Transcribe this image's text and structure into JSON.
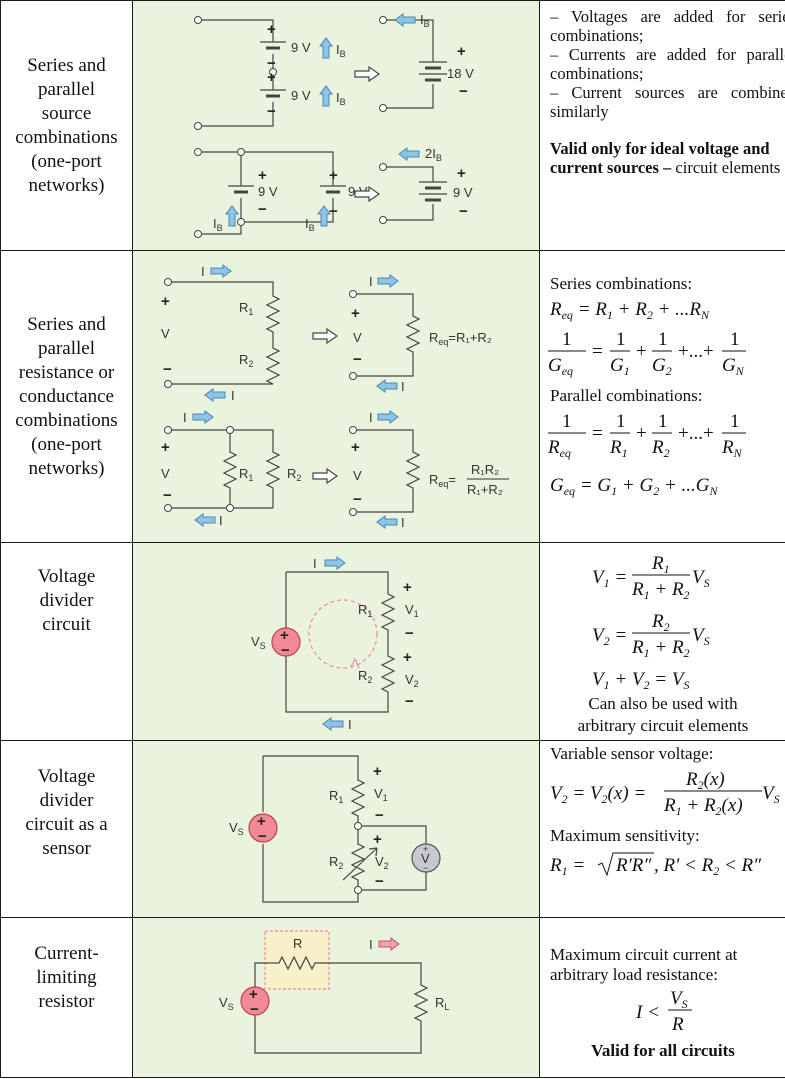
{
  "rows": [
    {
      "label": [
        "Series and",
        "parallel",
        "source",
        "combinations",
        "(one-port",
        "networks)"
      ],
      "circuit": {
        "series": {
          "v1": "9 V",
          "v2": "9 V",
          "i": "I",
          "i_sub": "B",
          "eq_v": "18 V",
          "eq_i": "I",
          "eq_i_sub": "B"
        },
        "parallel": {
          "v1": "9 V",
          "v2": "9 V",
          "i": "I",
          "i_sub": "B",
          "eq_v": "9 V",
          "eq_i": "2I",
          "eq_i_sub": "B"
        }
      },
      "desc": {
        "bullets": [
          "– Voltages are added for series combinations;",
          "– Currents are added for parallel combinations;",
          "– Current sources are combined similarly"
        ],
        "bold": "Valid only for ideal voltage and current sources –",
        "tail": " circuit elements"
      }
    },
    {
      "label": [
        "Series and",
        "parallel",
        "resistance or",
        "conductance",
        "combinations",
        "(one-port",
        "networks)"
      ],
      "circuit": {
        "series": {
          "current": "I",
          "voltage": "V",
          "r1": "R",
          "r1_sub": "1",
          "r2": "R",
          "r2_sub": "2",
          "req": "R",
          "req_sub": "eq",
          "req_val": "=R₁+R₂"
        },
        "parallel": {
          "current": "I",
          "voltage": "V",
          "r1": "R",
          "r1_sub": "1",
          "r2": "R",
          "r2_sub": "2",
          "req": "R",
          "req_sub": "eq",
          "req_num": "R₁R₂",
          "req_den": "R₁+R₂"
        }
      },
      "desc": {
        "series_title": "Series combinations:",
        "parallel_title": "Parallel combinations:"
      }
    },
    {
      "label": [
        "Voltage",
        "divider",
        "circuit"
      ],
      "circuit": {
        "current": "I",
        "vs": "V",
        "vs_sub": "S",
        "r1": "R",
        "r1_sub": "1",
        "r2": "R",
        "r2_sub": "2",
        "v1": "V",
        "v1_sub": "1",
        "v2": "V",
        "v2_sub": "2"
      },
      "desc": {
        "note": [
          "Can also be used with",
          "arbitrary circuit elements"
        ]
      }
    },
    {
      "label": [
        "Voltage",
        "divider",
        "circuit as a",
        "sensor"
      ],
      "circuit": {
        "vs": "V",
        "vs_sub": "S",
        "r1": "R",
        "r1_sub": "1",
        "r2": "R",
        "r2_sub": "2",
        "v1": "V",
        "v1_sub": "1",
        "v2": "V",
        "v2_sub": "2",
        "meter": "V"
      },
      "desc": {
        "title": "Variable sensor voltage:",
        "sensitivity": "Maximum sensitivity:"
      }
    },
    {
      "label": [
        "Current-",
        "limiting",
        "resistor"
      ],
      "circuit": {
        "r": "R",
        "current": "I",
        "vs": "V",
        "vs_sub": "S",
        "rl": "R",
        "rl_sub": "L"
      },
      "desc": {
        "title": [
          "Maximum circuit current at",
          "arbitrary load resistance:"
        ],
        "bold": "Valid for all circuits"
      }
    }
  ],
  "colors": {
    "panel": "#e9f3de",
    "arrow_blue": "#8ec5e6",
    "arrow_red": "#f0a0b0",
    "source_red": "#f08a96",
    "highlight": "#f8f0c8",
    "meter_gray": "#c8c8d0"
  }
}
